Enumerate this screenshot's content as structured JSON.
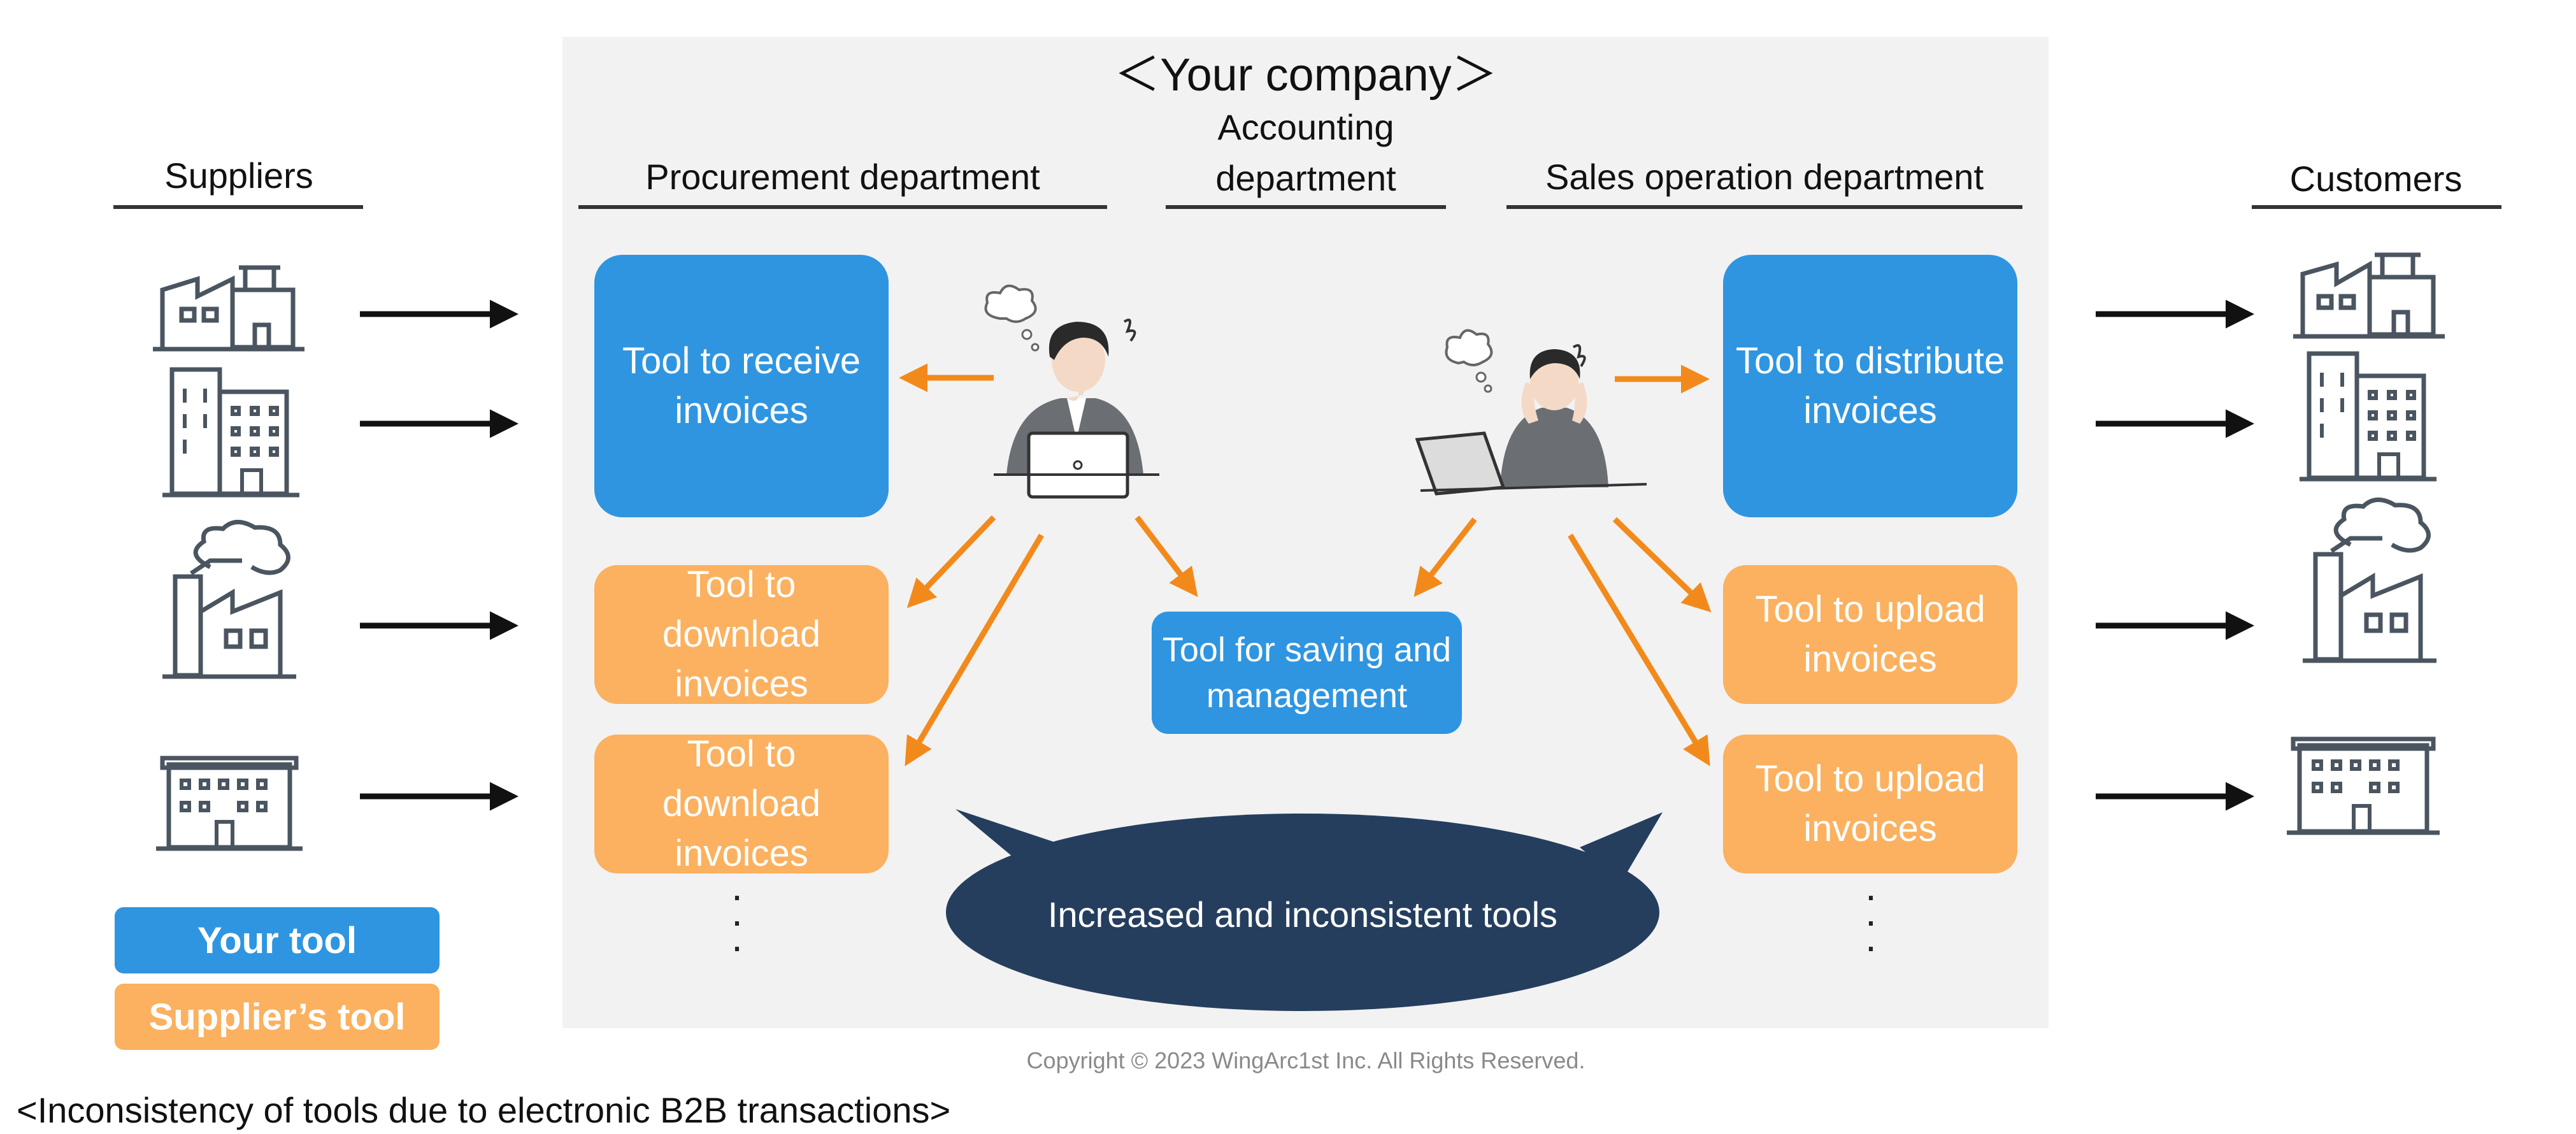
{
  "title": "＜Your company＞",
  "departments": {
    "suppliers": "Suppliers",
    "procurement": "Procurement department",
    "accounting": "Accounting department",
    "sales": "Sales operation department",
    "customers": "Customers"
  },
  "tools": {
    "receive": "Tool to receive invoices",
    "download_1": "Tool to download invoices",
    "download_2": "Tool to download invoices",
    "saving": "Tool for saving and management",
    "distribute": "Tool to distribute invoices",
    "upload_1": "Tool to upload invoices",
    "upload_2": "Tool to upload invoices"
  },
  "ellipsis": "·\n·\n·",
  "bubble": "Increased and inconsistent tools",
  "legend": {
    "your_tool": "Your tool",
    "supplier_tool": "Supplier’s tool"
  },
  "copyright": "Copyright © 2023 WingArc1st Inc.  All Rights Reserved.",
  "caption": "<Inconsistency of tools due to electronic B2B transactions>",
  "colors": {
    "your_tool": "#2f95e0",
    "supplier_tool": "#fbb15f",
    "arrow_orange": "#f28a1b",
    "arrow_black": "#111111",
    "bubble": "#253e5e",
    "icon": "#4a5560",
    "background": "#f2f2f2"
  },
  "icons": [
    "factory-icon",
    "office-building-icon",
    "smoking-factory-icon",
    "low-building-icon",
    "worried-person-laptop-icon",
    "stressed-person-laptop-icon"
  ]
}
